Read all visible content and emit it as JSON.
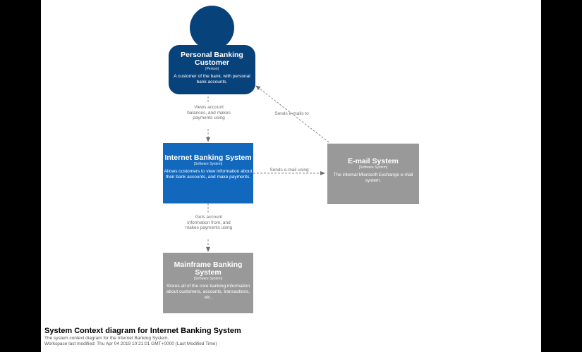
{
  "colors": {
    "person": "#08427b",
    "system": "#1168bd",
    "external_system": "#999999",
    "relationship": "#707070",
    "background": "#ffffff"
  },
  "nodes": {
    "person": {
      "title": "Personal Banking Customer",
      "type": "[Person]",
      "description": "A customer of the bank, with personal bank accounts."
    },
    "internet_banking": {
      "title": "Internet Banking System",
      "type": "[Software System]",
      "description": "Allows customers to view information about their bank accounts, and make payments."
    },
    "email": {
      "title": "E-mail System",
      "type": "[Software System]",
      "description": "The internal Microsoft Exchange e-mail system."
    },
    "mainframe": {
      "title": "Mainframe Banking System",
      "type": "[Software System]",
      "description": "Stores all of the core banking information about customers, accounts, transactions, etc."
    }
  },
  "relationships": {
    "views": "Views account balances, and makes payments using",
    "sends_emails_to": "Sends e-mails to",
    "sends_email_using": "Sends e-mail using",
    "gets_info": "Gets account information from, and makes payments using"
  },
  "footer": {
    "title": "System Context diagram for Internet Banking System",
    "description": "The system context diagram for the Internet Banking System.",
    "modified": "Workspace last modified: Thu Apr 04 2019 10:21:01 GMT+0000 (Last Modified Time)"
  }
}
